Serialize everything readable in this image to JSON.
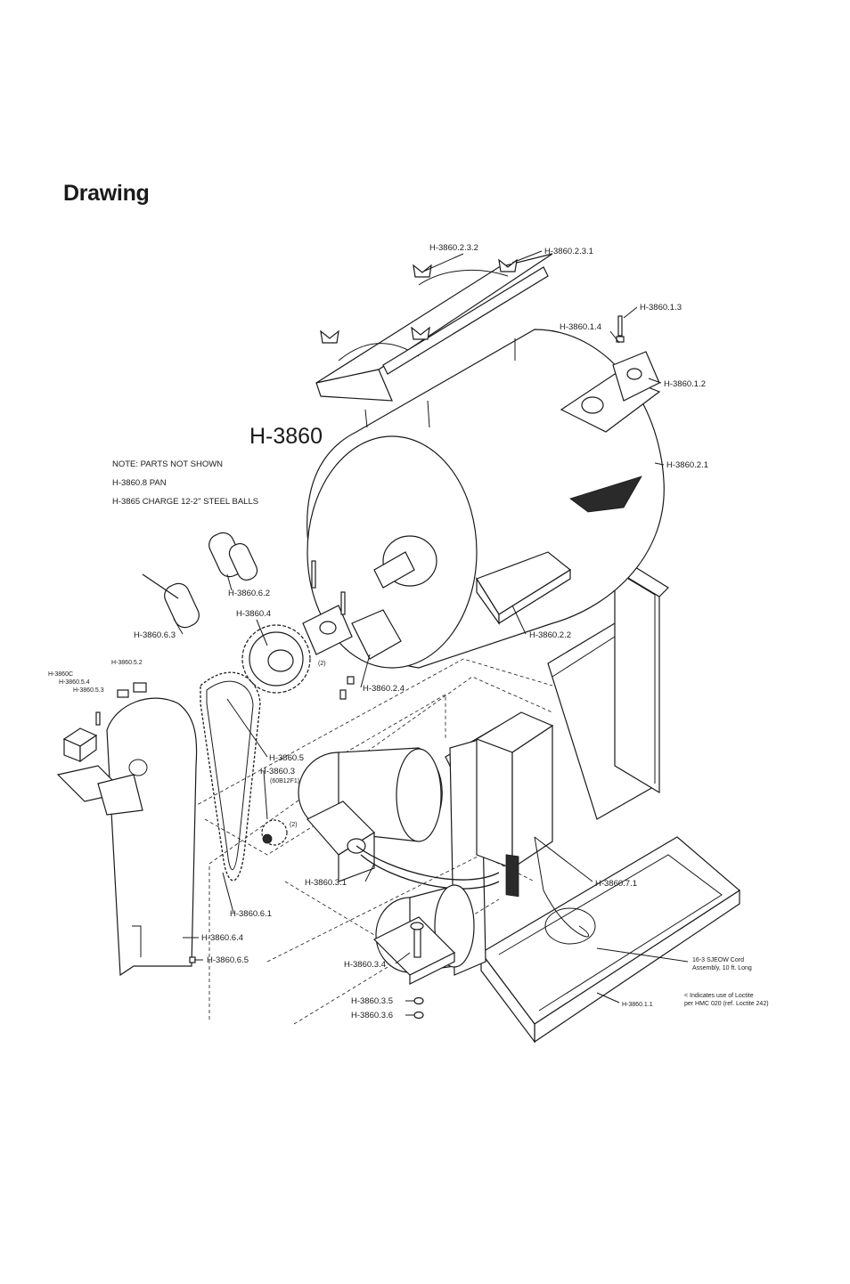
{
  "page": {
    "title": "Drawing"
  },
  "diagram": {
    "model_label": "H-3860",
    "notes": [
      "NOTE: PARTS NOT SHOWN",
      "H-3860.8 PAN",
      "H-3865 CHARGE 12-2\" STEEL BALLS"
    ],
    "callouts": [
      {
        "id": "c1",
        "text": "H-3860.2.3.2"
      },
      {
        "id": "c2",
        "text": "H-3860.2.3.1"
      },
      {
        "id": "c3",
        "text": "H-3860.1.3"
      },
      {
        "id": "c4",
        "text": "H-3860.1.4"
      },
      {
        "id": "c5",
        "text": "H-3860.1.2"
      },
      {
        "id": "c6",
        "text": "H-3860.2.1"
      },
      {
        "id": "c7",
        "text": "H-3860.6.2"
      },
      {
        "id": "c8",
        "text": "H-3860.6.3"
      },
      {
        "id": "c9",
        "text": "H-3860.4"
      },
      {
        "id": "c10",
        "text": "H-3860.2.2"
      },
      {
        "id": "c11",
        "text": "H-3860.2.4"
      },
      {
        "id": "c12",
        "text": "H-3860.5.2"
      },
      {
        "id": "c13",
        "text": "H-3860C"
      },
      {
        "id": "c14",
        "text": "H-3860.5.4"
      },
      {
        "id": "c15",
        "text": "H-3860.5.3"
      },
      {
        "id": "c16",
        "text": "H-3860.5"
      },
      {
        "id": "c17",
        "text": "H-3860.3"
      },
      {
        "id": "c18",
        "text": "(60B12F1)"
      },
      {
        "id": "c19",
        "text": "H-3860.3.1"
      },
      {
        "id": "c20",
        "text": "H-3860.7.1"
      },
      {
        "id": "c21",
        "text": "H-3860.6.1"
      },
      {
        "id": "c22",
        "text": "H-3860.6.4"
      },
      {
        "id": "c23",
        "text": "H-3860.6.5"
      },
      {
        "id": "c24",
        "text": "H-3860.3.4"
      },
      {
        "id": "c25",
        "text": "H-3860.3.5"
      },
      {
        "id": "c26",
        "text": "H-3860.3.6"
      },
      {
        "id": "c27",
        "text": "H-3860.1.1"
      },
      {
        "id": "c28",
        "text": "(2)"
      },
      {
        "id": "c29",
        "text": "(2)"
      }
    ],
    "cord_note": [
      "16-3 SJEOW Cord",
      "Assembly, 10 ft. Long"
    ],
    "loctite_note": [
      "< Indicates use of Loctite",
      "per HMC 020 (ref. Loctite 242)"
    ]
  }
}
